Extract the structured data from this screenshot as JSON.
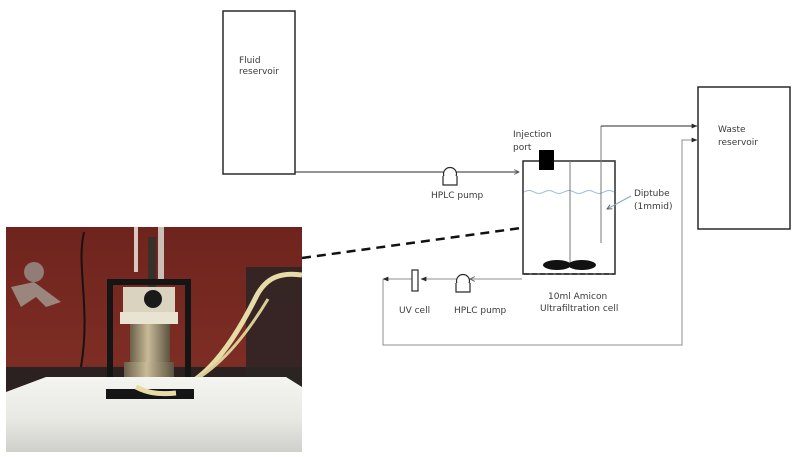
{
  "diagram": {
    "title": "Ultrafiltration cell flow setup",
    "components": {
      "fluid_reservoir": {
        "line1": "Fluid",
        "line2": "reservoir"
      },
      "waste_reservoir": {
        "line1": "Waste",
        "line2": "reservoir"
      },
      "inlet_pump": {
        "label": "HPLC pump"
      },
      "outlet_pump": {
        "label": "HPLC pump"
      },
      "injection_port": {
        "line1": "Injection",
        "line2": "port"
      },
      "diptube": {
        "line1": "Diptube",
        "line2": "(1mmid)"
      },
      "uv_cell": {
        "label": "UV cell"
      },
      "cell": {
        "line1": "10ml Amicon",
        "line2": "Ultrafiltration cell"
      }
    },
    "photo": {
      "description": "Photograph of Amicon ultrafiltration cell in stand with tubing"
    },
    "colors": {
      "line": "#2a2a2a",
      "flow_line_gray": "#8c8c8c",
      "water": "#9fb8cc",
      "photo_background": "#7a2a22",
      "photo_bench": "#eeeeea"
    }
  }
}
